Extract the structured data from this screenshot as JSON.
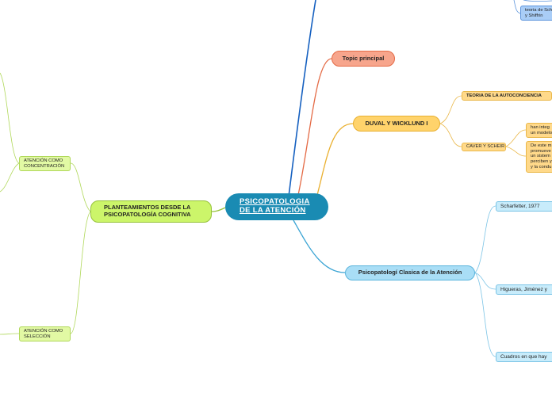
{
  "central": {
    "label": "PSICOPATOLOGIA\nDE LA ATENCIÓN"
  },
  "branches": {
    "topic": {
      "label": "Topic principal"
    },
    "duval": {
      "label": "DUVAL  Y WICKLUND I",
      "teoria": "TEORIA DE  LA AUTOCONCIENCIA",
      "caver": "CAVER Y SCHEIR",
      "han_integrado": "han integ\nun modelo",
      "de_este": "De este m\npromueve\nun sistem\nperciben y\ny la condu"
    },
    "psicopatologia": {
      "label": "Psicopatologí Clasica de la Atención",
      "scharfetter": "Scharfetter, 1977",
      "higueras": "Higueras, Jiménez y",
      "cuadros": "Cuadros en que hay"
    },
    "top": {
      "shiffrin": "teoria de Sch\ny Shiffrin"
    },
    "planteamientos": {
      "label": "PLANTEAMIENTOS DESDE LA\nPSICOPATOLOGÍA COGNITIVA",
      "concentracion": "ATENCIÓN COMO\nCONCENTRACIÓN",
      "seleccion": "ATENCIÓN COMO\nSELECCIÓN"
    }
  },
  "colors": {
    "central": "#1a8bb3",
    "topic": "#f7a58c",
    "duval": "#ffd36b",
    "psicopatologia": "#a9def6",
    "planteamientos": "#ccf56a",
    "top_line": "#1560c0"
  }
}
